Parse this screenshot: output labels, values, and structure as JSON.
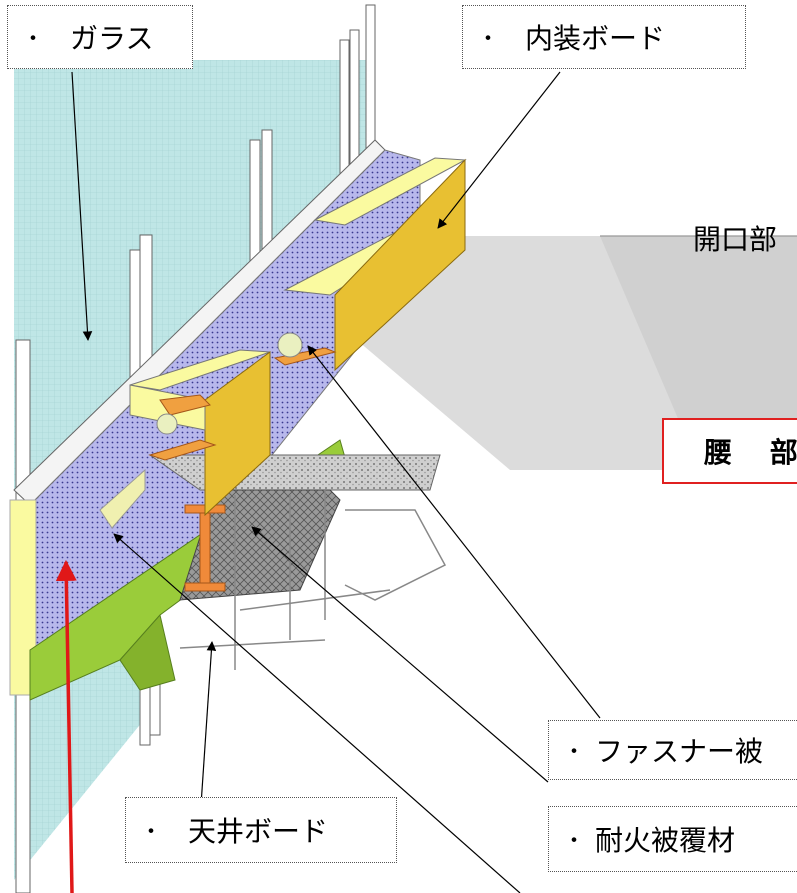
{
  "labels": {
    "glass": "ガラス",
    "interior_board": "内装ボード",
    "opening": "開口部",
    "spandrel": "腰 部",
    "fastener": "ファスナー被",
    "fireproof": "耐火被覆材",
    "ceiling_board": "天井ボード",
    "bullet": "・"
  },
  "colors": {
    "glass": "#bfe6e6",
    "glass_grid": "#9fd0d0",
    "spandrel_panel": "#b8b8ec",
    "spandrel_dots": "#3a3a90",
    "board_top": "#fafaa0",
    "board_side": "#e8c032",
    "green_floor": "#9acc3a",
    "concrete": "#9a9a9a",
    "gray_slab": "#d4d4d4",
    "orange_plate": "#f0a040",
    "red_arrow": "#e01818",
    "red_box": "#e02020"
  }
}
